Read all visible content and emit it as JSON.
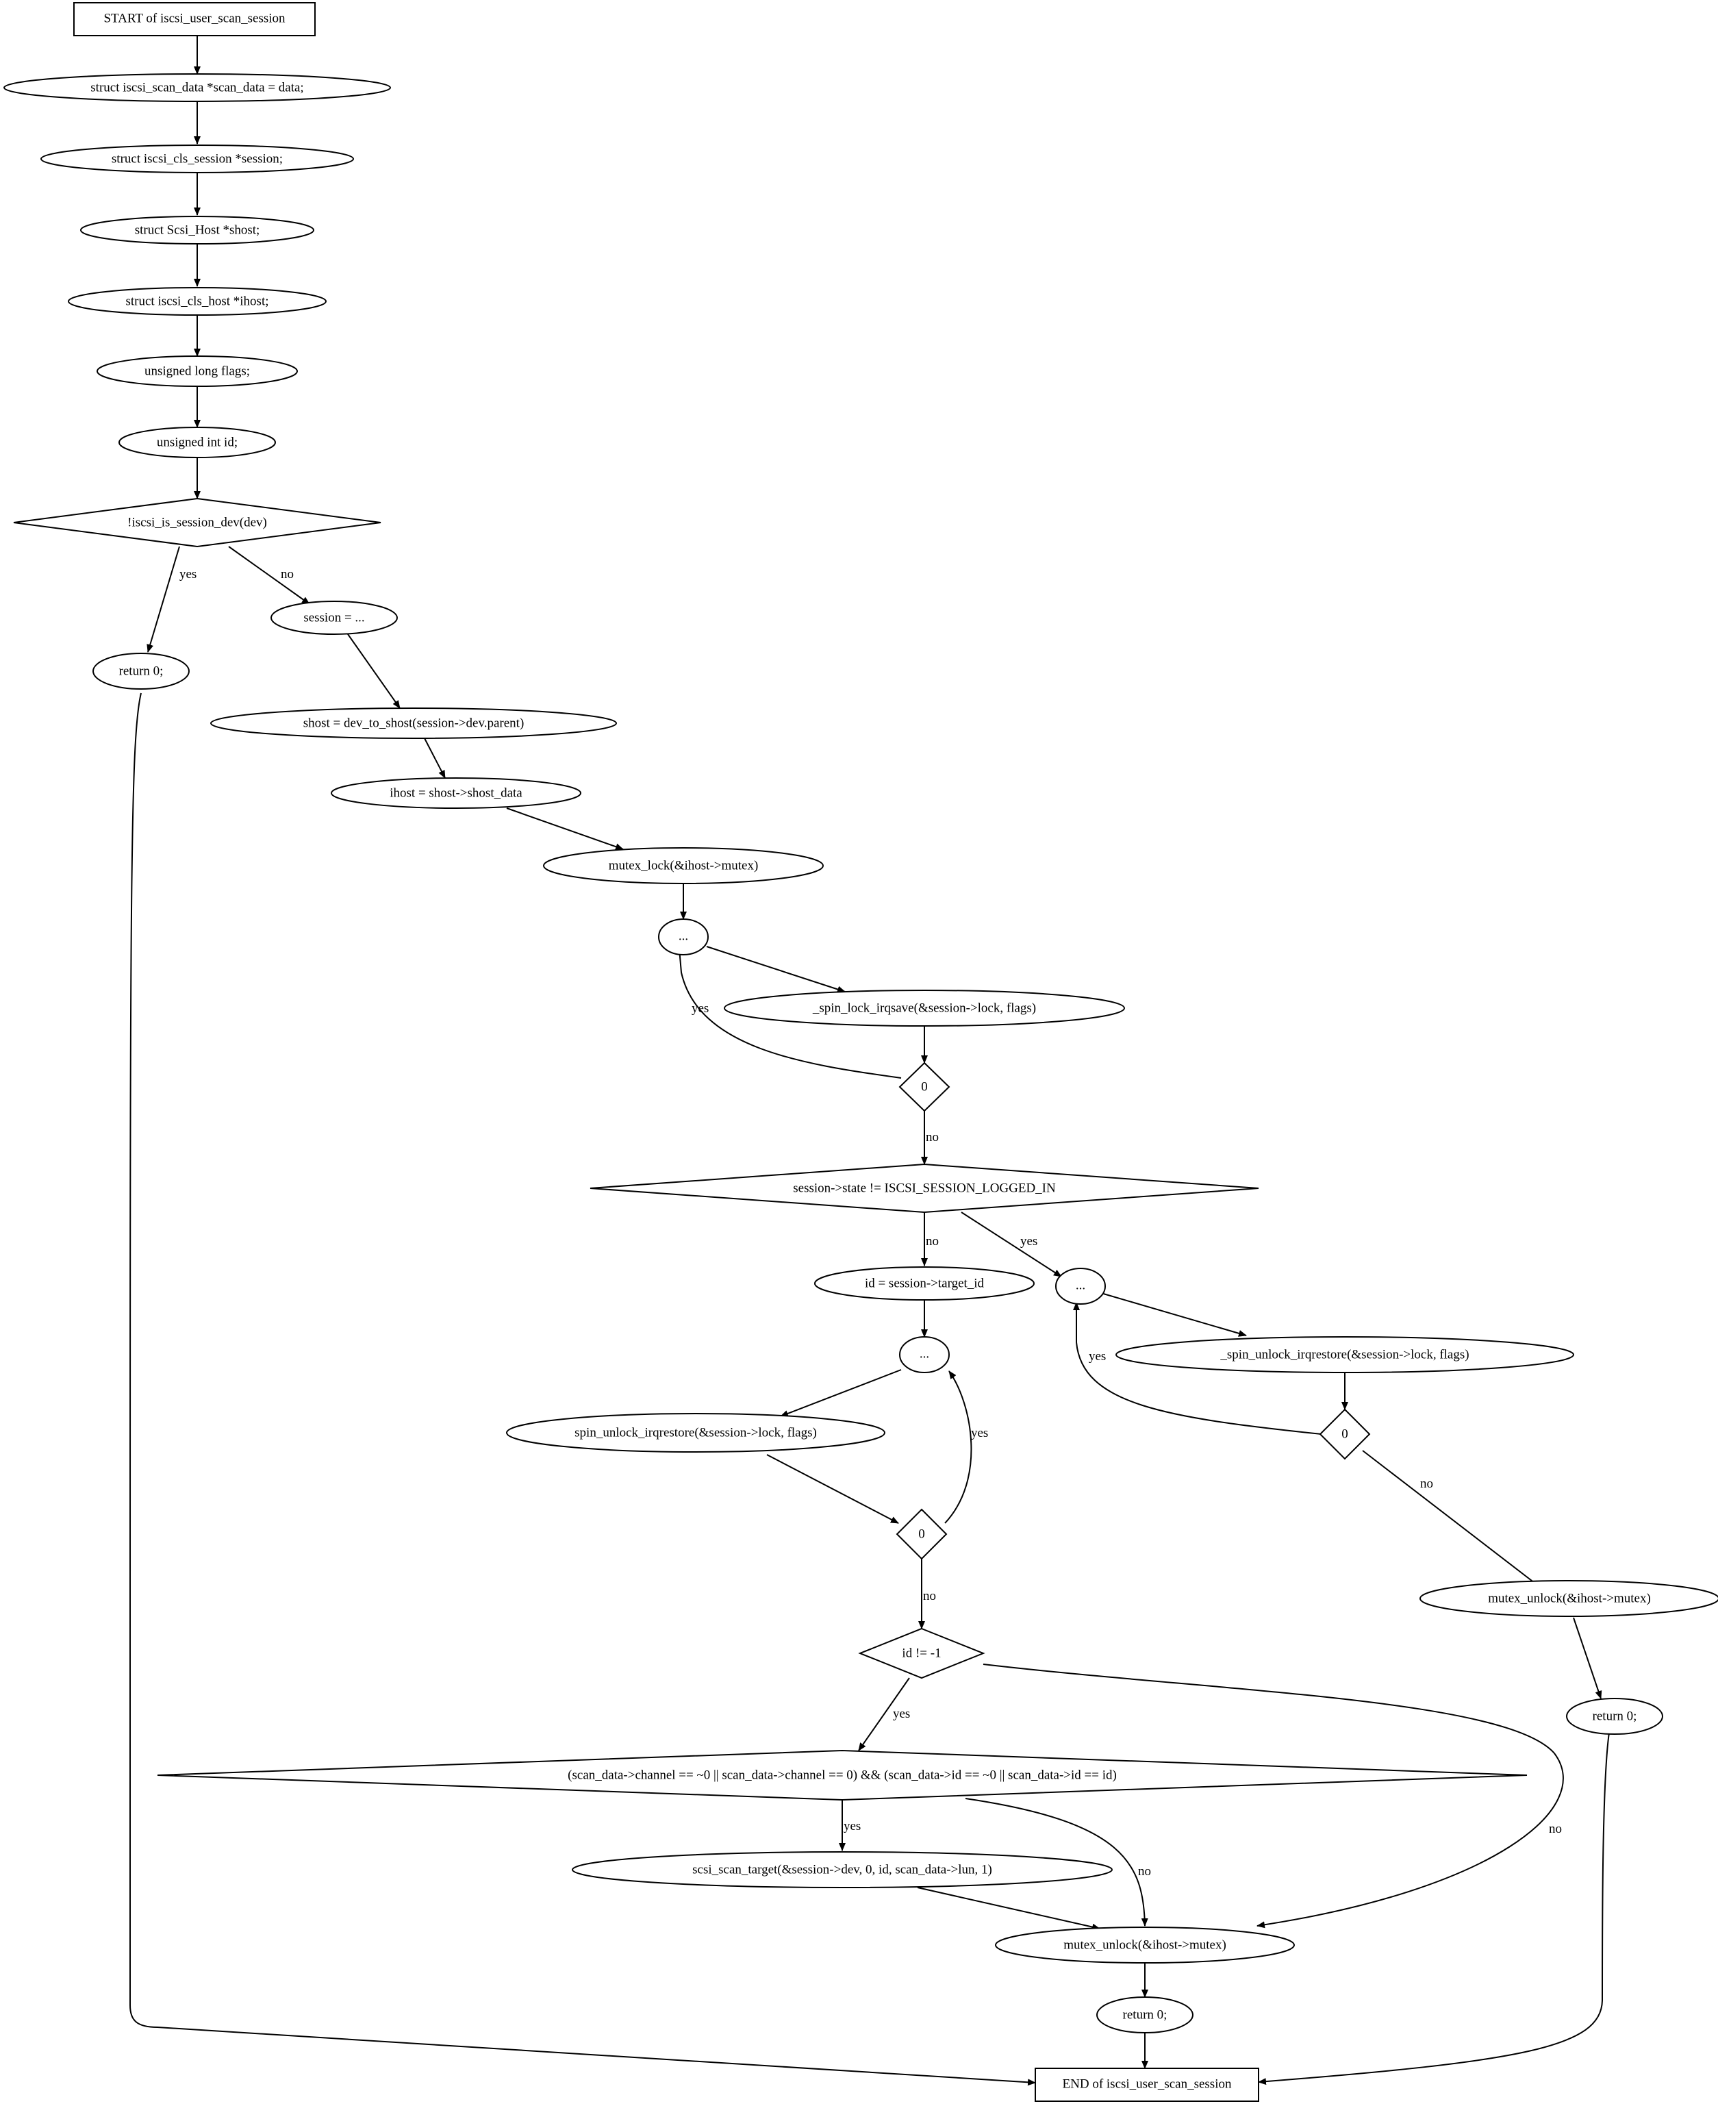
{
  "colors": {
    "lock_fill": "#add8e6",
    "unlock_fill": "#ffff00",
    "default_fill": "#ffffff",
    "stroke": "#000000"
  },
  "nodes": {
    "start": "START of iscsi_user_scan_session",
    "scan_data_decl": "struct iscsi_scan_data *scan_data = data;",
    "session_decl": "struct iscsi_cls_session *session;",
    "shost_decl": "struct Scsi_Host *shost;",
    "ihost_decl": "struct iscsi_cls_host *ihost;",
    "flags_decl": "unsigned long flags;",
    "id_decl": "unsigned int id;",
    "is_session_dev": "!iscsi_is_session_dev(dev)",
    "return_early": "return 0;",
    "session_assign": "session = ...",
    "shost_assign": "shost = dev_to_shost(session->dev.parent)",
    "ihost_assign": "ihost = shost->shost_data",
    "mutex_lock": "mutex_lock(&ihost->mutex)",
    "loop1": "...",
    "spin_lock": "_spin_lock_irqsave(&session->lock, flags)",
    "cond1": "0",
    "state_check": "session->state != ISCSI_SESSION_LOGGED_IN",
    "id_assign": "id = session->target_id",
    "loop2": "...",
    "spin_unlock_a": "spin_unlock_irqrestore(&session->lock, flags)",
    "cond2": "0",
    "id_check": "id != -1",
    "scan_check": "(scan_data->channel == ~0 || scan_data->channel == 0) && (scan_data->id == ~0 || scan_data->id == id)",
    "scsi_scan": "scsi_scan_target(&session->dev, 0, id, scan_data->lun, 1)",
    "mutex_unlock_main": "mutex_unlock(&ihost->mutex)",
    "return_main": "return 0;",
    "loop3": "...",
    "spin_unlock_b": "_spin_unlock_irqrestore(&session->lock, flags)",
    "cond3": "0",
    "mutex_unlock_b": "mutex_unlock(&ihost->mutex)",
    "return_b": "return 0;",
    "end": "END of iscsi_user_scan_session"
  },
  "edge_labels": {
    "is_session_dev_yes": "yes",
    "is_session_dev_no": "no",
    "cond1_yes": "yes",
    "cond1_no": "no",
    "state_no": "no",
    "state_yes": "yes",
    "cond2_yes": "yes",
    "cond2_no": "no",
    "id_check_yes": "yes",
    "id_check_no": "no",
    "scan_check_yes": "yes",
    "scan_check_no": "no",
    "cond3_yes": "yes",
    "cond3_no": "no"
  }
}
